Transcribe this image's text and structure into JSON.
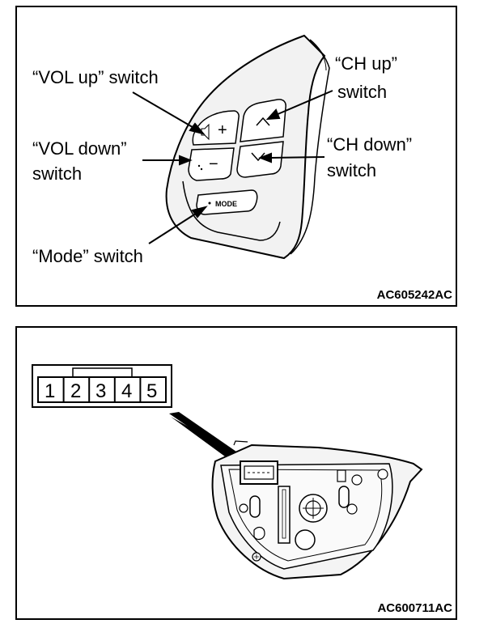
{
  "top_figure": {
    "labels": {
      "vol_up": "“VOL up” switch",
      "vol_down_line1": "“VOL down”",
      "vol_down_line2": "switch",
      "ch_up_line1": "“CH up”",
      "ch_up_line2": "switch",
      "ch_down_line1": "“CH down”",
      "ch_down_line2": "switch",
      "mode": "“Mode” switch"
    },
    "button_text": {
      "mode": "MODE",
      "vol_plus": "+",
      "vol_minus": "−"
    },
    "ref_code": "AC605242AC"
  },
  "bottom_figure": {
    "connector_pins": [
      "1",
      "2",
      "3",
      "4",
      "5"
    ],
    "ref_code": "AC600711AC"
  }
}
